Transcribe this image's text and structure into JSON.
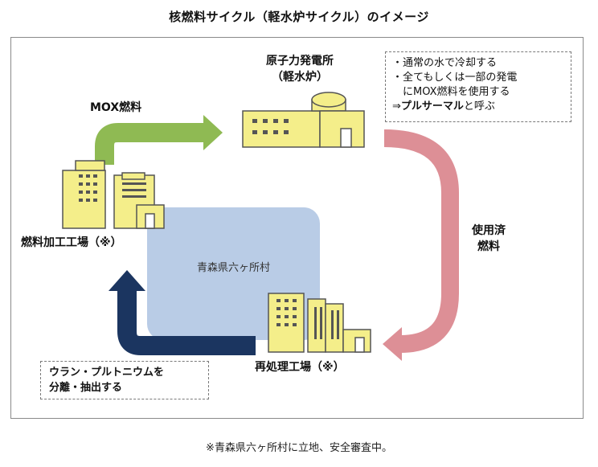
{
  "title": "核燃料サイクル（軽水炉サイクル）のイメージ",
  "region_label": "青森県六ヶ所村",
  "power_plant": {
    "line1": "原子力発電所",
    "line2": "（軽水炉）"
  },
  "fuel_plant_label": "燃料加工工場（※）",
  "reprocessing_label": "再処理工場（※）",
  "mox_label": "MOX燃料",
  "spent_fuel": {
    "line1": "使用済",
    "line2": "燃料"
  },
  "note_top": {
    "line1": "・通常の水で冷却する",
    "line2": "・全てもしくは一部の発電",
    "line3": "　にMOX燃料を使用する",
    "line4_prefix": "⇒",
    "line4_bold": "プルサーマル",
    "line4_suffix": "と呼ぶ"
  },
  "note_bottom": {
    "line1": "ウラン・プルトニウムを",
    "line2": "分離・抽出する"
  },
  "footnote": "※青森県六ヶ所村に立地、安全審査中。",
  "colors": {
    "green_arrow": "#8fba53",
    "pink_arrow": "#dd8f96",
    "navy_arrow": "#1b3560",
    "building_fill": "#f4ee8a",
    "building_stroke": "#555555",
    "region_fill": "#b9cce6"
  }
}
